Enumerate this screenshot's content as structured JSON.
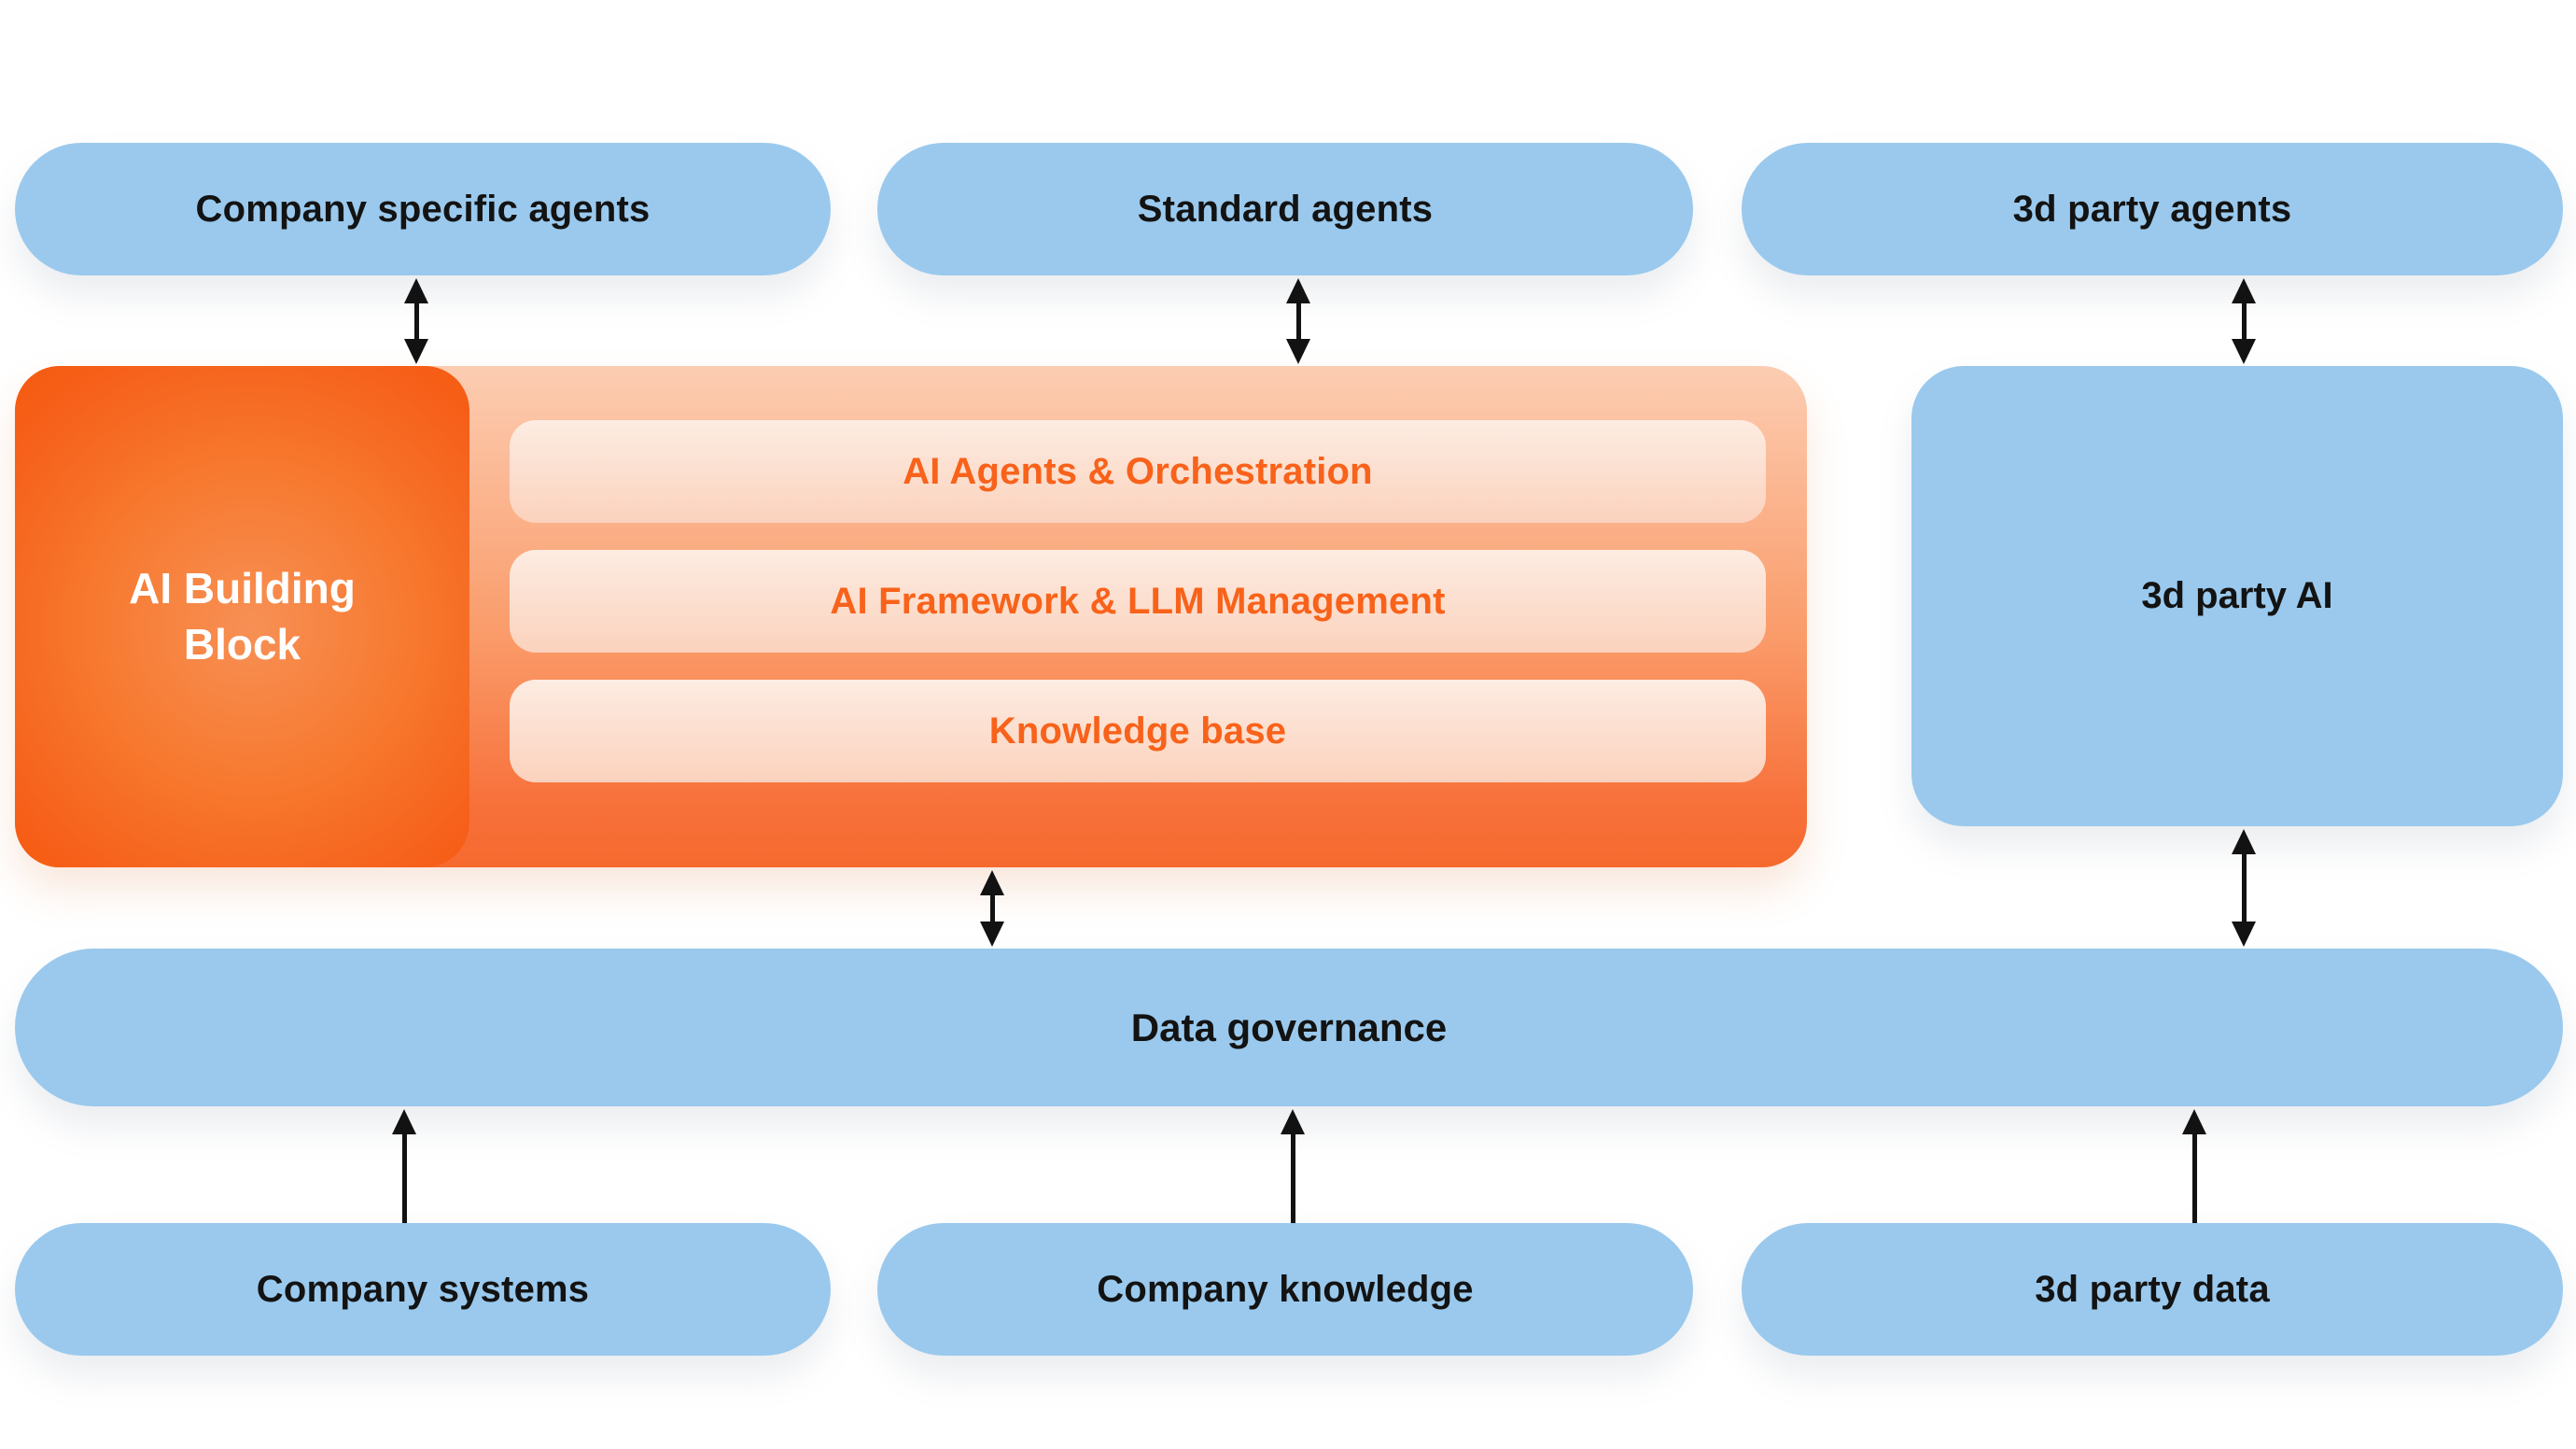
{
  "colors": {
    "blue": "#9ac9ed",
    "orange_deep": "#f55a0f",
    "orange_mid": "#f8844e",
    "orange_light": "#fccdb2",
    "row_text": "#f8621a",
    "text_dark": "#131313",
    "text_light": "#ffffff"
  },
  "top_row": [
    {
      "label": "Company specific agents"
    },
    {
      "label": "Standard agents"
    },
    {
      "label": "3d party agents"
    }
  ],
  "building_block": {
    "label_line1": "AI Building",
    "label_line2": "Block"
  },
  "layers": [
    {
      "label": "AI Agents & Orchestration"
    },
    {
      "label": "AI Framework & LLM Management"
    },
    {
      "label": "Knowledge base"
    }
  ],
  "third_party_ai": {
    "label": "3d party AI"
  },
  "governance": {
    "label": "Data governance"
  },
  "bottom_row": [
    {
      "label": "Company systems"
    },
    {
      "label": "Company knowledge"
    },
    {
      "label": "3d party data"
    }
  ],
  "arrows": [
    {
      "from": "company-specific-agents",
      "to": "ai-building-block",
      "bidirectional": true
    },
    {
      "from": "standard-agents",
      "to": "ai-building-block-container",
      "bidirectional": true
    },
    {
      "from": "3d-party-agents",
      "to": "3d-party-ai",
      "bidirectional": true
    },
    {
      "from": "ai-building-block-container",
      "to": "data-governance",
      "bidirectional": true
    },
    {
      "from": "3d-party-ai",
      "to": "data-governance",
      "bidirectional": true
    },
    {
      "from": "company-systems",
      "to": "data-governance",
      "bidirectional": false
    },
    {
      "from": "company-knowledge",
      "to": "data-governance",
      "bidirectional": false
    },
    {
      "from": "3d-party-data",
      "to": "data-governance",
      "bidirectional": false
    }
  ]
}
